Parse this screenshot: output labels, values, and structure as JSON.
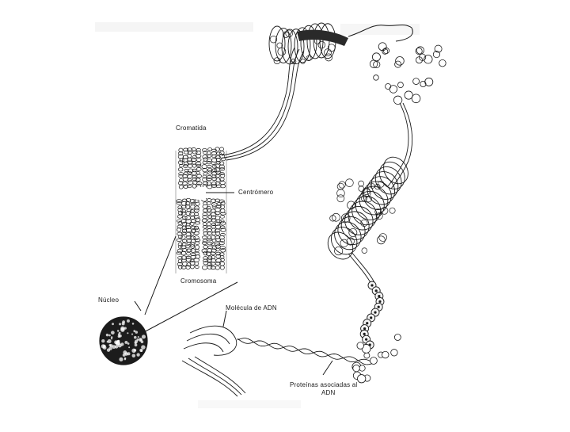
{
  "labels": {
    "cromatide": "Cromatida",
    "centromero": "Centrómero",
    "cromosoma": "Cromosoma",
    "nucleo": "Núcleo",
    "molecula_adn": "Molécula de ADN",
    "proteinas_line1": "Proteínas asociadas al",
    "proteinas_line2": "ADN"
  },
  "colors": {
    "ink": "#1a1a1a",
    "paper": "#ffffff",
    "smudge": "#d8d8d8"
  }
}
